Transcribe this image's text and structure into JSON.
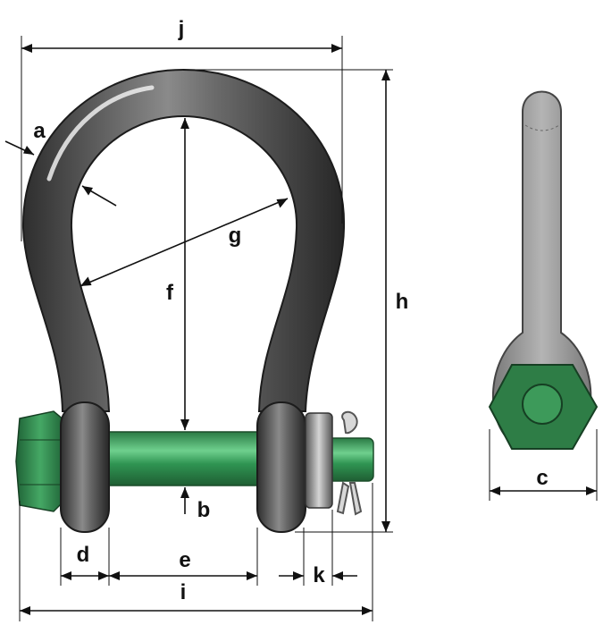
{
  "labels": {
    "j": "j",
    "a": "a",
    "f": "f",
    "g": "g",
    "h": "h",
    "b": "b",
    "d": "d",
    "e": "e",
    "k": "k",
    "i": "i",
    "c": "c"
  },
  "colors": {
    "steel_dark": "#3a3a3a",
    "steel_mid": "#6e6e6e",
    "steel_light": "#b9b9b9",
    "pin_green": "#2f8a4d",
    "pin_green_light": "#5cc07a",
    "nut_green": "#2e7d46",
    "side_grey": "#9a9a9a",
    "line": "#111111"
  }
}
